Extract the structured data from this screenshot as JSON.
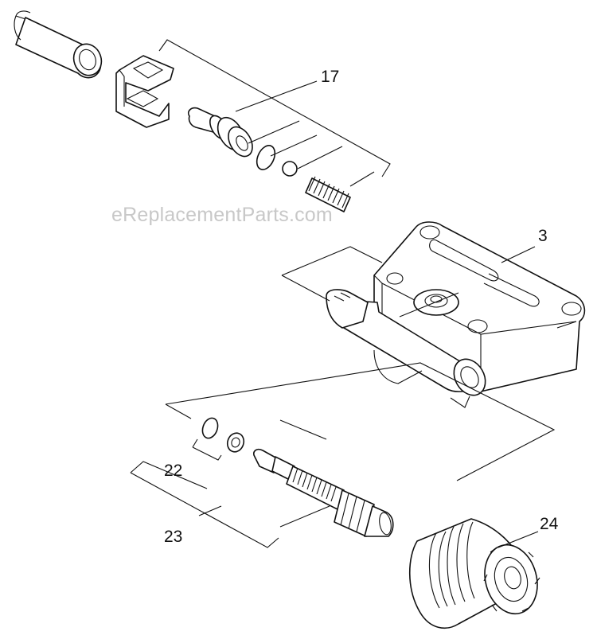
{
  "watermark": "eReplacementParts.com",
  "callouts": {
    "p17": "17",
    "p3": "3",
    "p22": "22",
    "p23": "23",
    "p24": "24"
  },
  "colors": {
    "line": "#111111",
    "watermark": "#c8c8c8",
    "background": "#ffffff"
  }
}
